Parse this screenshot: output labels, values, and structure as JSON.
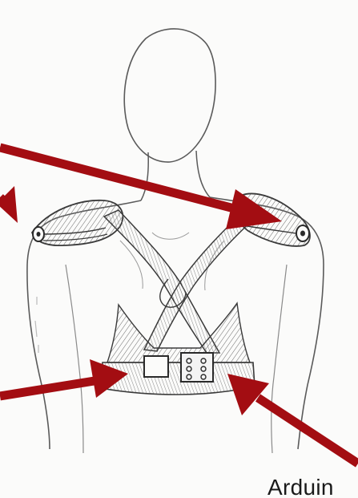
{
  "labels": {
    "arduino_caption": "Arduin"
  },
  "colors": {
    "paper": "#fbfbfa",
    "pencil": "#4a4a4a",
    "pencil_light": "#9a9a9a",
    "arrow": "#a30d12"
  },
  "annotation_arrows": [
    {
      "name": "arrow-to-right-shoulder-pad"
    },
    {
      "name": "arrow-to-left-shoulder"
    },
    {
      "name": "arrow-to-left-module"
    },
    {
      "name": "arrow-to-arduino-module"
    }
  ]
}
